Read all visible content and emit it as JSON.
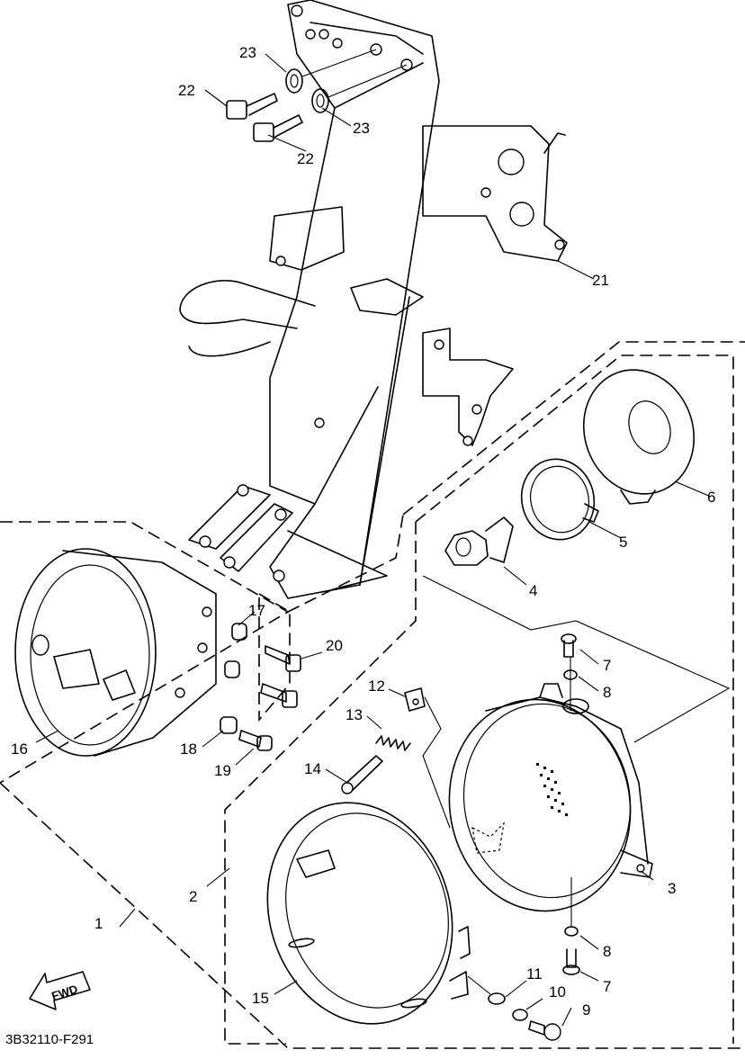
{
  "diagram_code": "3B32110-F291",
  "fwd_label": "FWD",
  "callouts": {
    "c1": "1",
    "c2": "2",
    "c3": "3",
    "c4": "4",
    "c5": "5",
    "c6": "6",
    "c7a": "7",
    "c7b": "7",
    "c8a": "8",
    "c8b": "8",
    "c9": "9",
    "c10": "10",
    "c11": "11",
    "c12": "12",
    "c13": "13",
    "c14": "14",
    "c15": "15",
    "c16": "16",
    "c17": "17",
    "c18": "18",
    "c19": "19",
    "c20": "20",
    "c21": "21",
    "c22a": "22",
    "c22b": "22",
    "c23a": "23",
    "c23b": "23"
  }
}
